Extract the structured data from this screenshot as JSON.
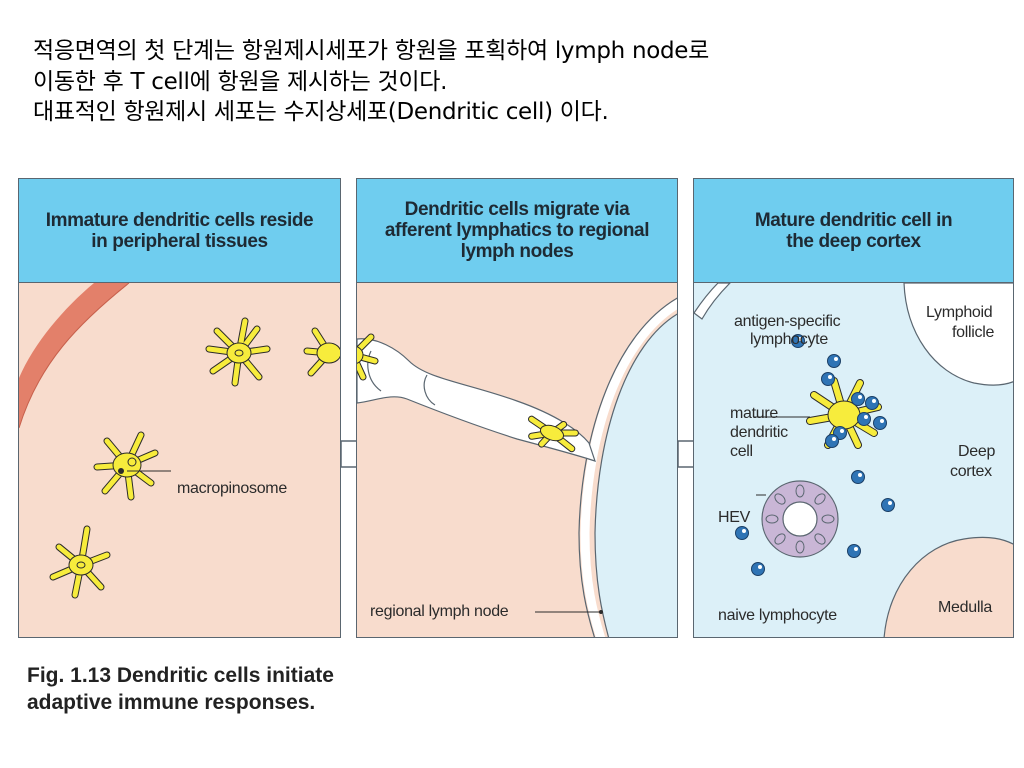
{
  "intro_lines": [
    "적응면역의 첫 단계는 항원제시세포가 항원을 포획하여 lymph node로",
    "이동한 후 T cell에 항원을 제시하는 것이다.",
    "대표적인 항원제시 세포는 수지상세포(Dendritic cell) 이다."
  ],
  "panels": [
    {
      "title_lines": [
        "Immature dendritic cells reside",
        "in peripheral tissues"
      ],
      "labels": {
        "macropinosome": "macropinosome"
      }
    },
    {
      "title_lines": [
        "Dendritic cells migrate via",
        "afferent lymphatics to regional",
        "lymph nodes"
      ],
      "labels": {
        "regional_lymph_node": "regional lymph node"
      }
    },
    {
      "title_lines": [
        "Mature dendritic cell in",
        "the deep cortex"
      ],
      "labels": {
        "antigen_specific_1": "antigen-specific",
        "antigen_specific_2": "lymphocyte",
        "lymphoid_1": "Lymphoid",
        "lymphoid_2": "follicle",
        "mature_1": "mature",
        "mature_2": "dendritic",
        "mature_3": "cell",
        "deep_1": "Deep",
        "deep_2": "cortex",
        "hev": "HEV",
        "medulla": "Medulla",
        "naive": "naive lymphocyte"
      }
    }
  ],
  "caption_lines": [
    "Fig. 1.13 Dendritic cells initiate",
    "adaptive immune responses."
  ],
  "colors": {
    "header_blue": "#6fcdef",
    "tissue_pink": "#f8dccd",
    "lymph_blue": "#dcf0f8",
    "cell_yellow": "#f7ec3c",
    "lymphocyte_blue": "#2f74b5",
    "skin_red": "#e3806a"
  }
}
